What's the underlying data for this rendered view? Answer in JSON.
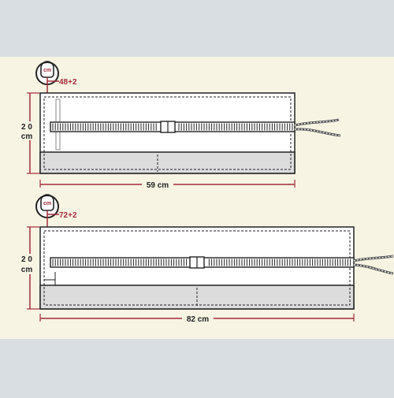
{
  "colors": {
    "page_bg": "#d9dee3",
    "panel_bg": "#f7f4e4",
    "dimension": "#a32b39",
    "outline": "#222222",
    "shaded_band": "#dcdcdc"
  },
  "diagrams": [
    {
      "badge_unit": "cm",
      "badge_value": "48+2",
      "height_label_line1": "2 0",
      "height_label_line2": "cm",
      "width_label": "59 cm"
    },
    {
      "badge_unit": "cm",
      "badge_value": "72+2",
      "height_label_line1": "2 0",
      "height_label_line2": "cm",
      "width_label": "82 cm"
    }
  ]
}
